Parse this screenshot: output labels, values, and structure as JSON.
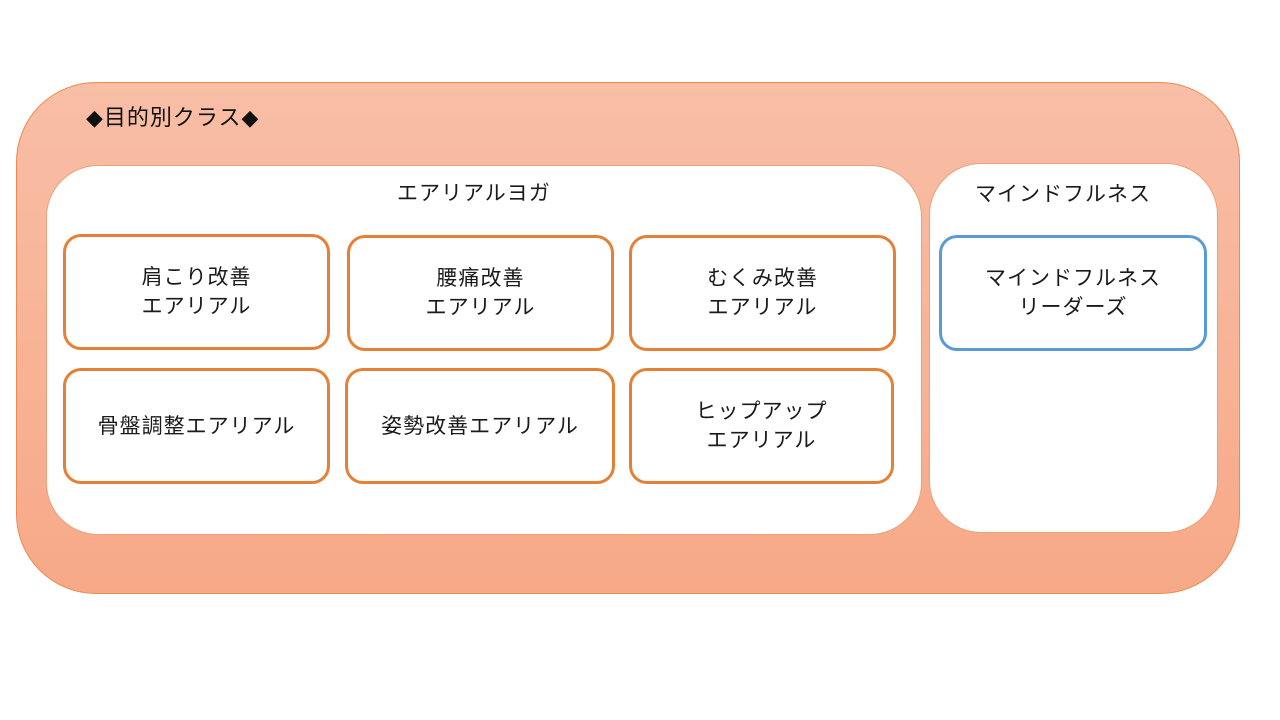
{
  "outer": {
    "title": "◆目的別クラス◆"
  },
  "groups": {
    "aerial": {
      "title": "エアリアルヨガ",
      "cards": [
        {
          "line1": "肩こり改善",
          "line2": "エアリアル"
        },
        {
          "line1": "腰痛改善",
          "line2": "エアリアル"
        },
        {
          "line1": "むくみ改善",
          "line2": "エアリアル"
        },
        {
          "line1": "骨盤調整エアリアル",
          "line2": ""
        },
        {
          "line1": "姿勢改善エアリアル",
          "line2": ""
        },
        {
          "line1": "ヒップアップ",
          "line2": "エアリアル"
        }
      ]
    },
    "mind": {
      "title": "マインドフルネス",
      "cards": [
        {
          "line1": "マインドフルネス",
          "line2": "リーダーズ"
        }
      ]
    }
  },
  "colors": {
    "outer_fill_top": "#f8bea6",
    "outer_fill_bottom": "#f7a987",
    "aerial_card_border": "#e68035",
    "mind_card_border": "#5b9bd5"
  }
}
